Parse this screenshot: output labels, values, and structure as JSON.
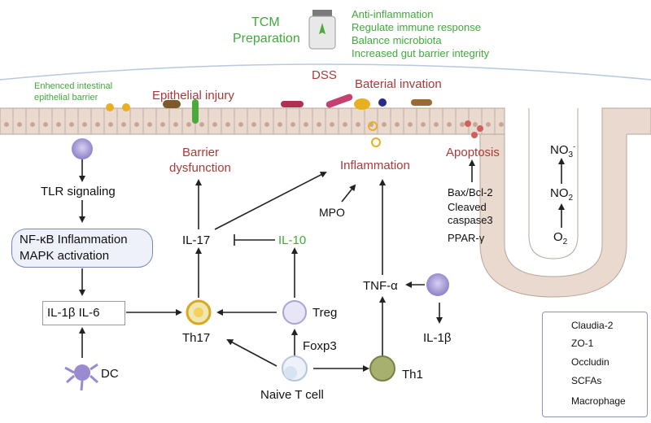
{
  "tcm": {
    "title": [
      "TCM",
      "Preparation"
    ],
    "effects": [
      "Anti-inflammation",
      "Regulate immune response",
      "Balance microbiota",
      "Increased gut barrier integrity"
    ]
  },
  "labels": {
    "enhanced": [
      "Enhenced intestinal",
      "epithelial barrier"
    ],
    "epithelial_injury": "Epithelial injury",
    "dss": "DSS",
    "bacterial_invasion": "Baterial invation",
    "barrier_dysfunction": [
      "Barrier",
      "dysfunction"
    ],
    "inflammation": "Inflammation",
    "apoptosis": "Apoptosis",
    "tlr": "TLR signaling",
    "nfkb": "NF-κB  Inflammation",
    "mapk": "MAPK  activation",
    "il1b_il6": "IL-1β  IL-6",
    "dc": "DC",
    "il17": "IL-17",
    "il10": "IL-10",
    "mpo": "MPO",
    "tnfa": "TNF-α",
    "il1b": "IL-1β",
    "th17": "Th17",
    "treg": "Treg",
    "foxp3": "Foxp3",
    "naive": "Naive T cell",
    "th1": "Th1",
    "bax": "Bax/Bcl-2",
    "cleaved": [
      "Cleaved",
      "caspase3"
    ],
    "ppar": "PPAR-γ",
    "o2": "O",
    "o2_sub": "2",
    "no2": "NO",
    "no2_sub": "2",
    "no3": "NO",
    "no3_sub": "3",
    "no3_sup": "-"
  },
  "legend": [
    {
      "label": "Claudia-2",
      "icon": "claudin-icon"
    },
    {
      "label": "ZO-1",
      "icon": "zo1-icon"
    },
    {
      "label": "Occludin",
      "icon": "occludin-icon"
    },
    {
      "label": "SCFAs",
      "icon": "scfa-icon"
    },
    {
      "label": "Macrophage",
      "icon": "macrophage-icon"
    }
  ],
  "colors": {
    "red_text": "#a93a3a",
    "green_text": "#3faa3a",
    "epithelium": "#ead9cf",
    "epithelium_border": "#b8a59a"
  }
}
